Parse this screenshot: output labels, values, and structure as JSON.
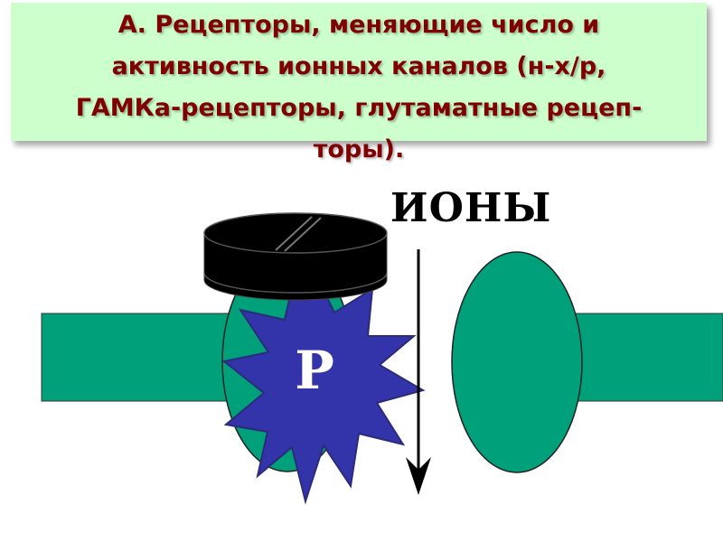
{
  "title": {
    "line1": "А. Рецепторы, меняющие число и",
    "line2": "активность ионных каналов (н-х/р,",
    "line3": "ГАМКа-рецепторы, глутаматные рецеп-",
    "line4": "торы)."
  },
  "diagram": {
    "ions_label": "ИОНЫ",
    "receptor_label": "Р"
  },
  "colors": {
    "title_background": "#ccffcc",
    "title_text": "#800000",
    "membrane": "#00a07a",
    "receptor_star": "#3333aa",
    "ligand_disc": "#000000"
  }
}
